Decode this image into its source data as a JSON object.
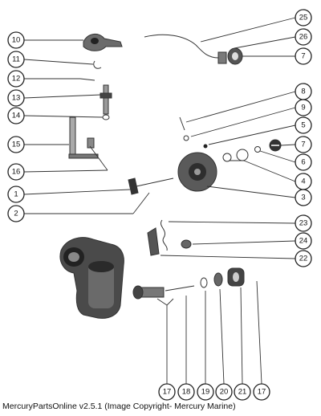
{
  "callouts": {
    "c10": "10",
    "c25": "25",
    "c26": "26",
    "c7a": "7",
    "c11": "11",
    "c12": "12",
    "c13": "13",
    "c14": "14",
    "c8": "8",
    "c9": "9",
    "c5": "5",
    "c7b": "7",
    "c15": "15",
    "c6": "6",
    "c16": "16",
    "c4": "4",
    "c1": "1",
    "c3": "3",
    "c2": "2",
    "c23": "23",
    "c24": "24",
    "c22": "22",
    "b17a": "17",
    "b18": "18",
    "b19": "19",
    "b20": "20",
    "b21": "21",
    "b17b": "17"
  },
  "footer": "MercuryPartsOnline v2.5.1 (Image Copyright- Mercury Marine)"
}
